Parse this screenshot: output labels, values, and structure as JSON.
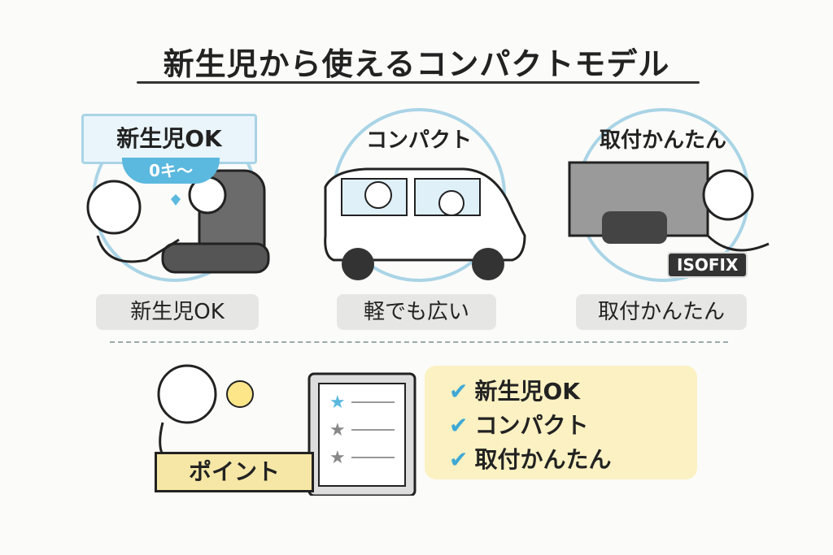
{
  "title": "新生児から使えるコンパクトモデル",
  "panels": [
    {
      "banner": "新生児OK",
      "sub_banner": "0キ〜",
      "label": "新生児OK"
    },
    {
      "heading": "コンパクト",
      "label": "軽でも広い"
    },
    {
      "heading": "取付かんたん",
      "badge": "ISOFIX",
      "label": "取付かんたん"
    }
  ],
  "point": {
    "ribbon": "ポイント",
    "checklist": [
      "新生児OK",
      "コンパクト",
      "取付かんたん"
    ],
    "check_symbol": "✔"
  },
  "colors": {
    "accent": "#3fa8d6",
    "highlight": "#fbf1c2",
    "ring": "#a9d4e6"
  }
}
